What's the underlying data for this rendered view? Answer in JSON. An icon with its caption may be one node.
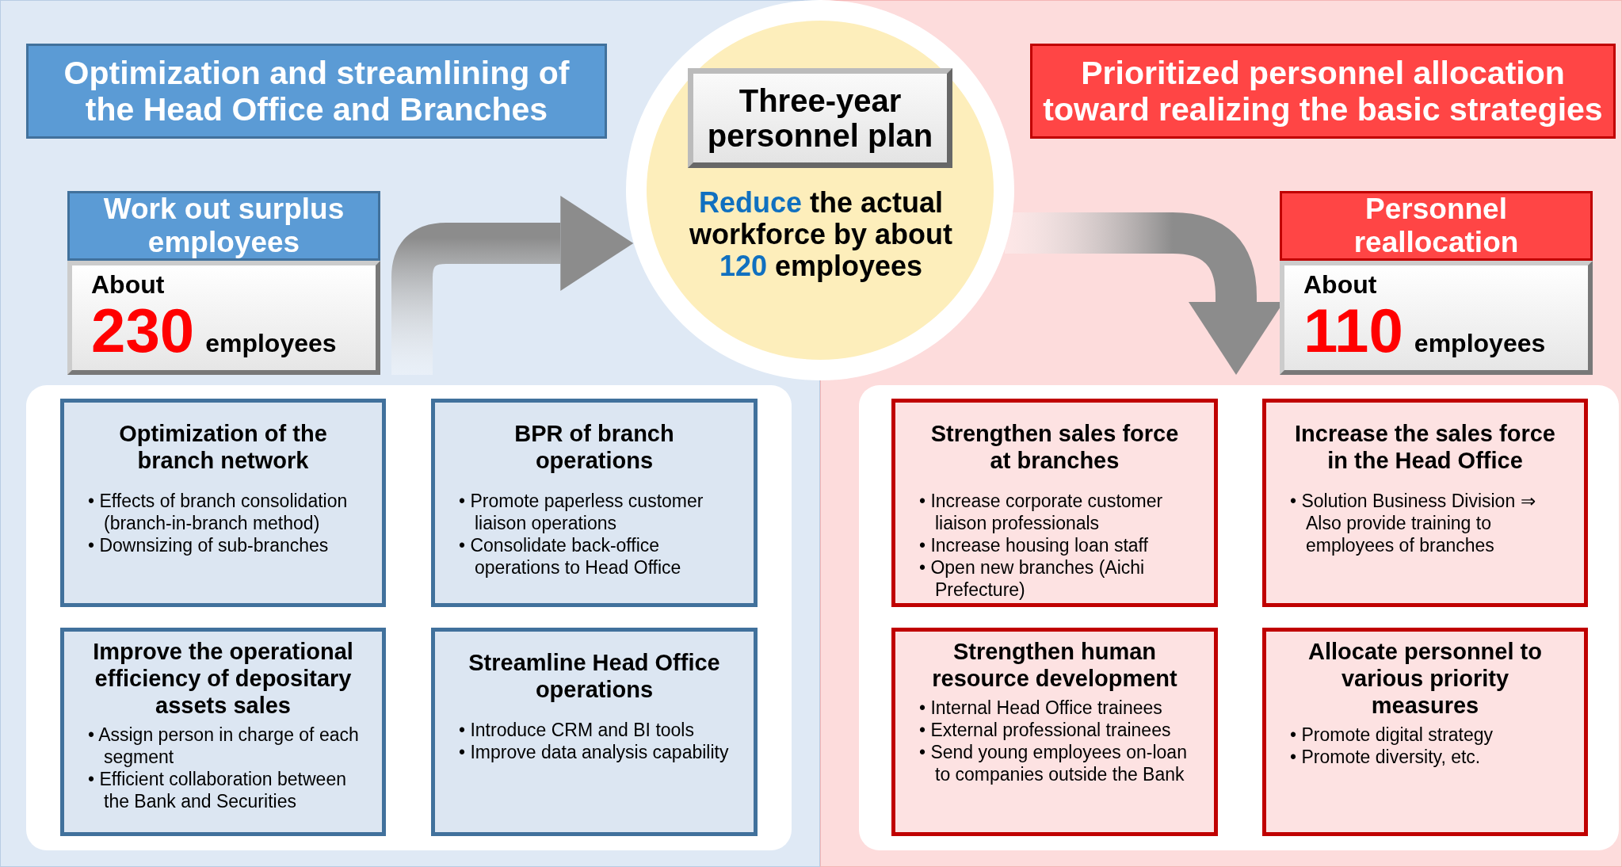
{
  "diagram": {
    "nodes": [
      {
        "text": [
          "Optimization and streamlining of the Head Office and Branches"
        ]
      },
      {
        "text": [
          "Three-year personnel plan",
          "**Reduce** the actual workforce by about **120** employees"
        ]
      },
      {
        "text": [
          "Prioritized personnel allocation toward realizing the basic strategies"
        ]
      },
      {
        "text": [
          "Work out surplus employees",
          "About",
          "230",
          "employees"
        ]
      },
      {
        "text": [
          "Personnel reallocation",
          "About",
          "110",
          "employees"
        ]
      },
      {
        "text": [
          "Optimization of the branch network",
          "• Effects of branch consolidation (branch-in-branch method)",
          "• Downsizing of sub-branches"
        ]
      },
      {
        "text": [
          "BPR of branch operations",
          "• Promote paperless customer liaison operations",
          "• Consolidate back-office operations to Head Office"
        ]
      },
      {
        "text": [
          "Improve the operational efficiency of depositary assets sales",
          "• Assign person in charge of each segment",
          "• Efficient collaboration between the Bank and Securities"
        ]
      },
      {
        "text": [
          "Streamline Head Office operations",
          "• Introduce CRM and BI tools",
          "• Improve data analysis capability"
        ]
      },
      {
        "text": [
          "Strengthen sales force at branches",
          "• Increase corporate customer liaison professionals",
          "• Increase housing loan staff",
          "• Open new branches (Aichi Prefecture)"
        ]
      },
      {
        "text": [
          "Increase the sales force in the Head Office",
          "• Solution Business Division ⇒ Also provide training to employees of branches"
        ]
      },
      {
        "text": [
          "Strengthen human resource development",
          "• Internal Head Office trainees",
          "• External professional trainees",
          "• Send young employees on-loan to companies outside the Bank"
        ]
      },
      {
        "text": [
          "Allocate personnel to various priority measures",
          "• Promote digital strategy",
          "• Promote diversity, etc."
        ]
      }
    ],
    "edges": [
      {
        "from": 3,
        "to": 1,
        "arrow": "to",
        "style": "thick"
      },
      {
        "from": 1,
        "to": 4,
        "arrow": "to",
        "style": "thick"
      }
    ]
  }
}
